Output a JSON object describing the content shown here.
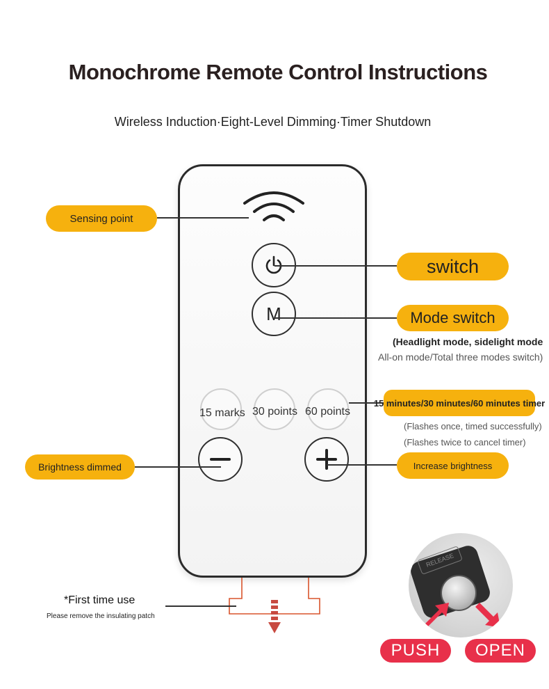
{
  "header": {
    "title": "Monochrome Remote Control Instructions",
    "subtitle": "Wireless Induction·Eight-Level Dimming·Timer Shutdown"
  },
  "remote": {
    "mode_button_label": "M",
    "timer_buttons": [
      "15 marks",
      "30 points",
      "60 points"
    ]
  },
  "callouts": {
    "sensing_point": "Sensing point",
    "switch": "switch",
    "mode_switch": "Mode switch",
    "mode_note_1": "(Headlight mode, sidelight mode",
    "mode_note_2": "All-on mode/Total three modes switch)",
    "timer": "15 minutes/30 minutes/60 minutes timer",
    "timer_note_1": "(Flashes once, timed successfully)",
    "timer_note_2": "(Flashes twice to cancel timer)",
    "brightness_dimmed": "Brightness dimmed",
    "increase_brightness": "Increase brightness"
  },
  "first_use": {
    "title": "*First time use",
    "note": "Please remove the insulating patch"
  },
  "battery": {
    "release_label": "RELEASE",
    "push_label": "PUSH",
    "open_label": "OPEN"
  },
  "colors": {
    "pill": "#f6b10e",
    "badge": "#e8304a",
    "tab_line": "#d9542c"
  },
  "icons": [
    "wireless-signal-icon",
    "power-icon",
    "minus-icon",
    "plus-icon",
    "arrow-down-icon"
  ]
}
